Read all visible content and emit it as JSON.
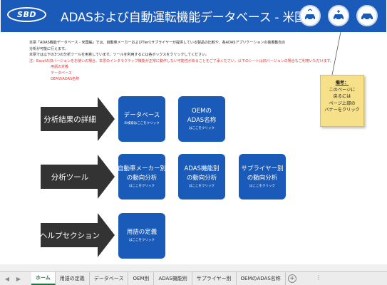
{
  "banner": {
    "logo": "SBD",
    "title": "ADASおよび自動運転機能データベース - 米国編",
    "icons": [
      "home-car-icon",
      "cursor-car-icon",
      "car-icon"
    ]
  },
  "intro": {
    "line1": "本票「ADAS機能データベース - 米国編」では、自動車メーカーおよびTier1サプライヤーが提供している製品の比較や、各ADASアプリケーションの装着動向の",
    "line2": "分析が可能に行えます。",
    "line3": "本票では以下の3つの分析ツールを用意しています。ツールを利用するには各ボックスをクリックしてください。",
    "note": "注：Excelの旧バージョンをお使いの場合、本票のインタラクティブ機能が正常に動作しない可能性があることをご了承ください。以下のシートは旧バージョンの場合もご利用いただけます。",
    "links": [
      "用語の定義",
      "データベース",
      "OEMのADAS名称"
    ]
  },
  "sticky": {
    "heading": "備考：",
    "lines": [
      "このページに",
      "戻るには",
      "ページ上部の",
      "バナーをクリック"
    ]
  },
  "sections": [
    {
      "label": "分析結果の詳細"
    },
    {
      "label": "分析ツール"
    },
    {
      "label": "ヘルプセクション"
    }
  ],
  "tiles": {
    "database": {
      "title": "データベース",
      "sub": "の検索はここをクリック"
    },
    "oem": {
      "title1": "OEMの",
      "title2": "ADAS名称",
      "sub": "はここをクリック"
    },
    "maker": {
      "title1": "自動車メーカー別",
      "title2": "の動向分析",
      "sub": "はここをクリック"
    },
    "function": {
      "title1": "ADAS機能別",
      "title2": "の動向分析",
      "sub": "はここをクリック"
    },
    "supplier": {
      "title1": "サプライヤー別",
      "title2": "の動向分析",
      "sub": "はここをクリック"
    },
    "terms": {
      "title": "用語の定義",
      "sub": "はここをクリック"
    }
  },
  "sheet_tabs": [
    {
      "label": "ホーム",
      "active": true
    },
    {
      "label": "用語の定義",
      "active": false
    },
    {
      "label": "データベース",
      "active": false
    },
    {
      "label": "OEM別",
      "active": false
    },
    {
      "label": "ADAS機能別",
      "active": false
    },
    {
      "label": "サプライヤー別",
      "active": false
    },
    {
      "label": "OEMのADAS名称",
      "active": false
    }
  ],
  "sheet_nav": {
    "prev": "◀",
    "next": "▶",
    "add": "+",
    "more": "⋮"
  },
  "colors": {
    "banner": "#1a5ab8",
    "tile": "#1a5ab8",
    "arrow": "#333333",
    "note": "#e03030",
    "sticky": "#f6e08a"
  }
}
